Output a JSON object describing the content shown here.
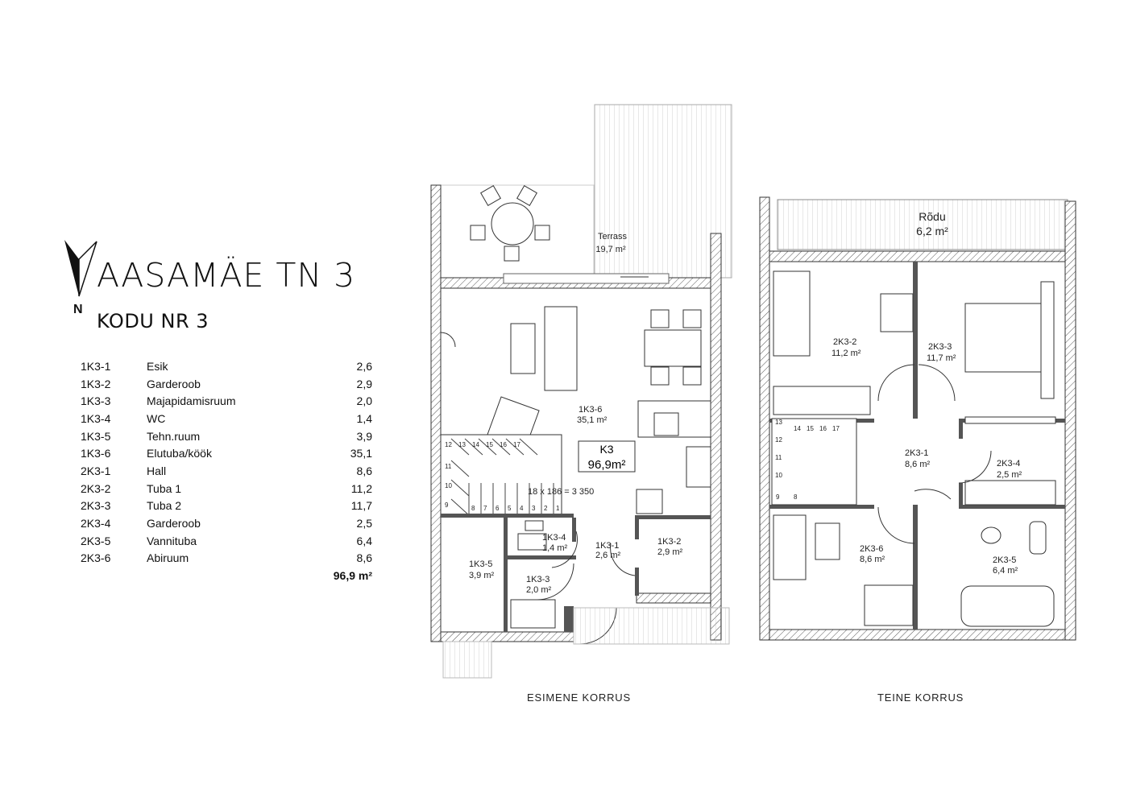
{
  "header": {
    "title": "AASAMÄE TN 3",
    "subtitle": "KODU NR 3",
    "compass_letter": "N"
  },
  "rooms": [
    {
      "code": "1K3-1",
      "name": "Esik",
      "area": "2,6"
    },
    {
      "code": "1K3-2",
      "name": "Garderoob",
      "area": "2,9"
    },
    {
      "code": "1K3-3",
      "name": "Majapidamisruum",
      "area": "2,0"
    },
    {
      "code": "1K3-4",
      "name": "WC",
      "area": "1,4"
    },
    {
      "code": "1K3-5",
      "name": "Tehn.ruum",
      "area": "3,9"
    },
    {
      "code": "1K3-6",
      "name": "Elutuba/köök",
      "area": "35,1"
    },
    {
      "code": "2K3-1",
      "name": "Hall",
      "area": "8,6"
    },
    {
      "code": "2K3-2",
      "name": "Tuba 1",
      "area": "11,2"
    },
    {
      "code": "2K3-3",
      "name": "Tuba 2",
      "area": "11,7"
    },
    {
      "code": "2K3-4",
      "name": "Garderoob",
      "area": "2,5"
    },
    {
      "code": "2K3-5",
      "name": "Vannituba",
      "area": "6,4"
    },
    {
      "code": "2K3-6",
      "name": "Abiruum",
      "area": "8,6"
    }
  ],
  "total": "96,9 m²",
  "floors": {
    "first": "ESIMENE KORRUS",
    "second": "TEINE KORRUS"
  },
  "plan1": {
    "terrace_name": "Terrass",
    "terrace_area": "19,7 m²",
    "unit": "K3",
    "unit_area": "96,9m²",
    "stairs_note": "18 x 186 = 3 350",
    "labels": {
      "r6_code": "1K3-6",
      "r6_area": "35,1 m²",
      "r4_code": "1K3-4",
      "r4_area": "1,4 m²",
      "r1_code": "1K3-1",
      "r1_area": "2,6 m²",
      "r2_code": "1K3-2",
      "r2_area": "2,9 m²",
      "r5_code": "1K3-5",
      "r5_area": "3,9 m²",
      "r3_code": "1K3-3",
      "r3_area": "2,0 m²"
    },
    "steps": [
      "1",
      "2",
      "3",
      "4",
      "5",
      "6",
      "7",
      "8",
      "9",
      "10",
      "11",
      "12",
      "13",
      "14",
      "15",
      "16",
      "17"
    ]
  },
  "plan2": {
    "balcony_name": "Rõdu",
    "balcony_area": "6,2 m²",
    "labels": {
      "r2_code": "2K3-2",
      "r2_area": "11,2 m²",
      "r3_code": "2K3-3",
      "r3_area": "11,7 m²",
      "r1_code": "2K3-1",
      "r1_area": "8,6 m²",
      "r4_code": "2K3-4",
      "r4_area": "2,5 m²",
      "r6_code": "2K3-6",
      "r6_area": "8,6 m²",
      "r5_code": "2K3-5",
      "r5_area": "6,4 m²"
    },
    "steps": [
      "8",
      "9",
      "10",
      "11",
      "12",
      "13",
      "14",
      "15",
      "16",
      "17"
    ]
  }
}
